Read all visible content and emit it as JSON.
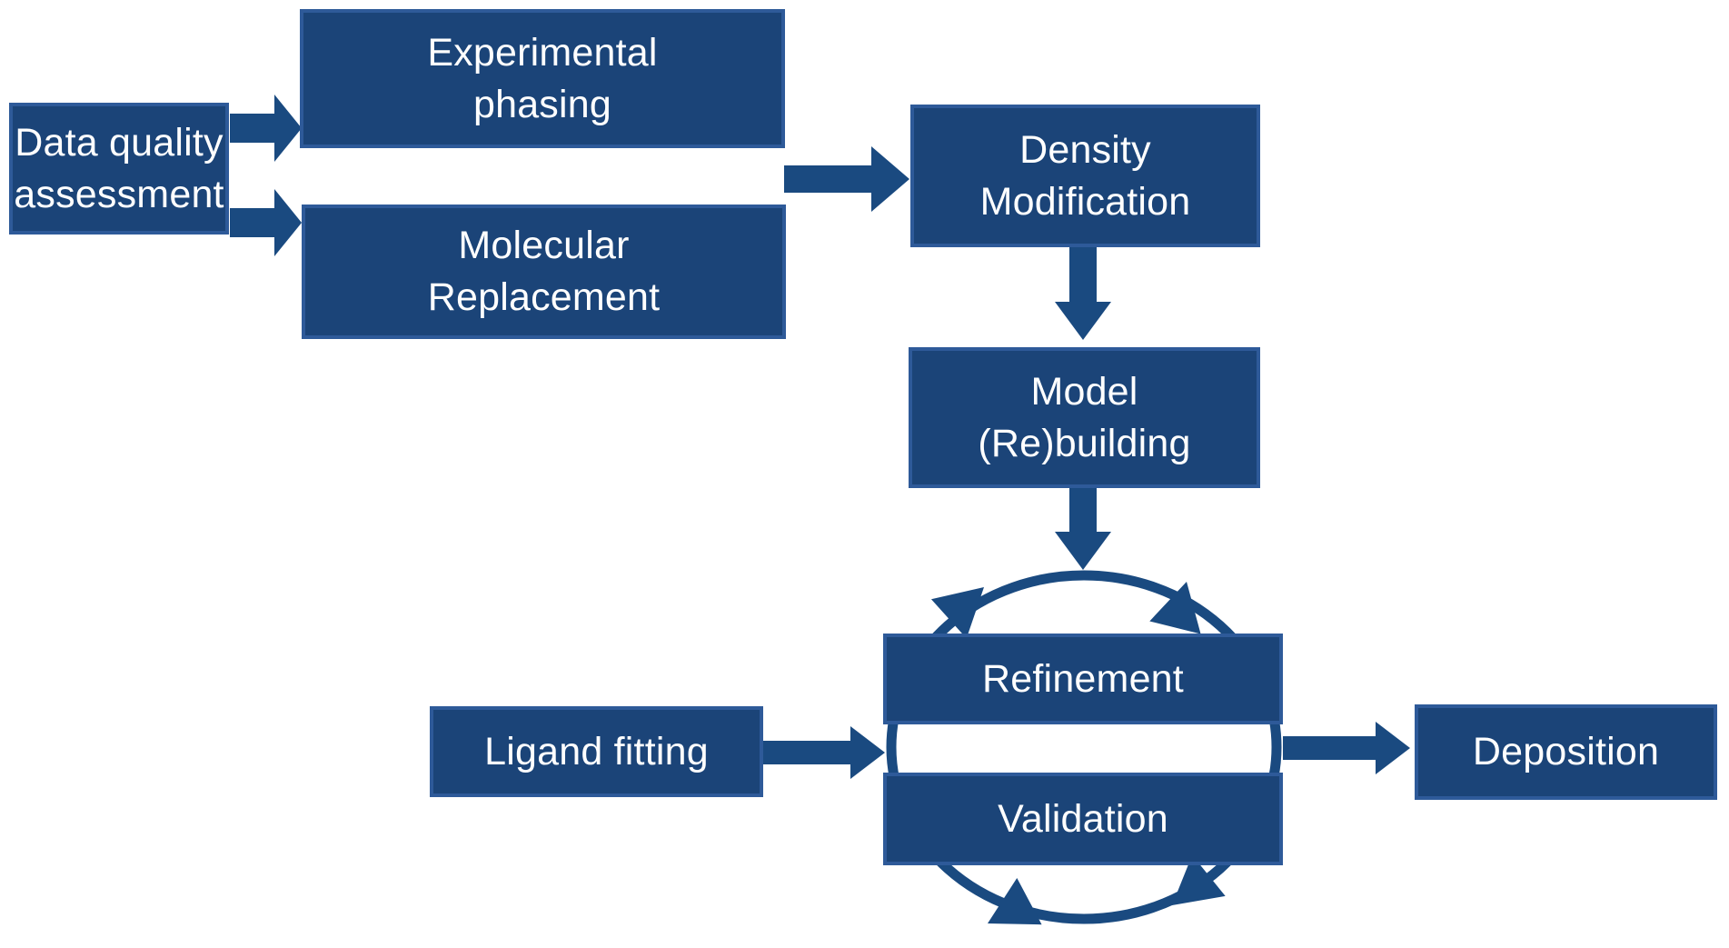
{
  "nodes": {
    "data_quality": {
      "label": "Data quality\nassessment"
    },
    "experimental_phasing": {
      "label": "Experimental\nphasing"
    },
    "molecular_replacement": {
      "label": "Molecular\nReplacement"
    },
    "density_modification": {
      "label": "Density\nModification"
    },
    "model_rebuilding": {
      "label": "Model\n(Re)building"
    },
    "refinement": {
      "label": "Refinement"
    },
    "validation": {
      "label": "Validation"
    },
    "ligand_fitting": {
      "label": "Ligand fitting"
    },
    "deposition": {
      "label": "Deposition"
    }
  },
  "edges": [
    {
      "from": "data_quality",
      "to": "experimental_phasing"
    },
    {
      "from": "data_quality",
      "to": "molecular_replacement"
    },
    {
      "from": [
        "experimental_phasing",
        "molecular_replacement"
      ],
      "to": "density_modification"
    },
    {
      "from": "density_modification",
      "to": "model_rebuilding"
    },
    {
      "from": "model_rebuilding",
      "to": "refinement_validation_cycle"
    },
    {
      "from": "ligand_fitting",
      "to": "refinement_validation_cycle"
    },
    {
      "from": "refinement_validation_cycle",
      "to": "deposition"
    }
  ],
  "cycle": {
    "members": [
      "refinement",
      "validation"
    ],
    "type": "iterative-loop",
    "arrowhead_count": 4
  },
  "colors": {
    "background": "#FFFFFF",
    "box_fill": "#1B4478",
    "box_border": "#2E5A99",
    "connector": "#1A4A80",
    "text": "#FFFFFF"
  }
}
